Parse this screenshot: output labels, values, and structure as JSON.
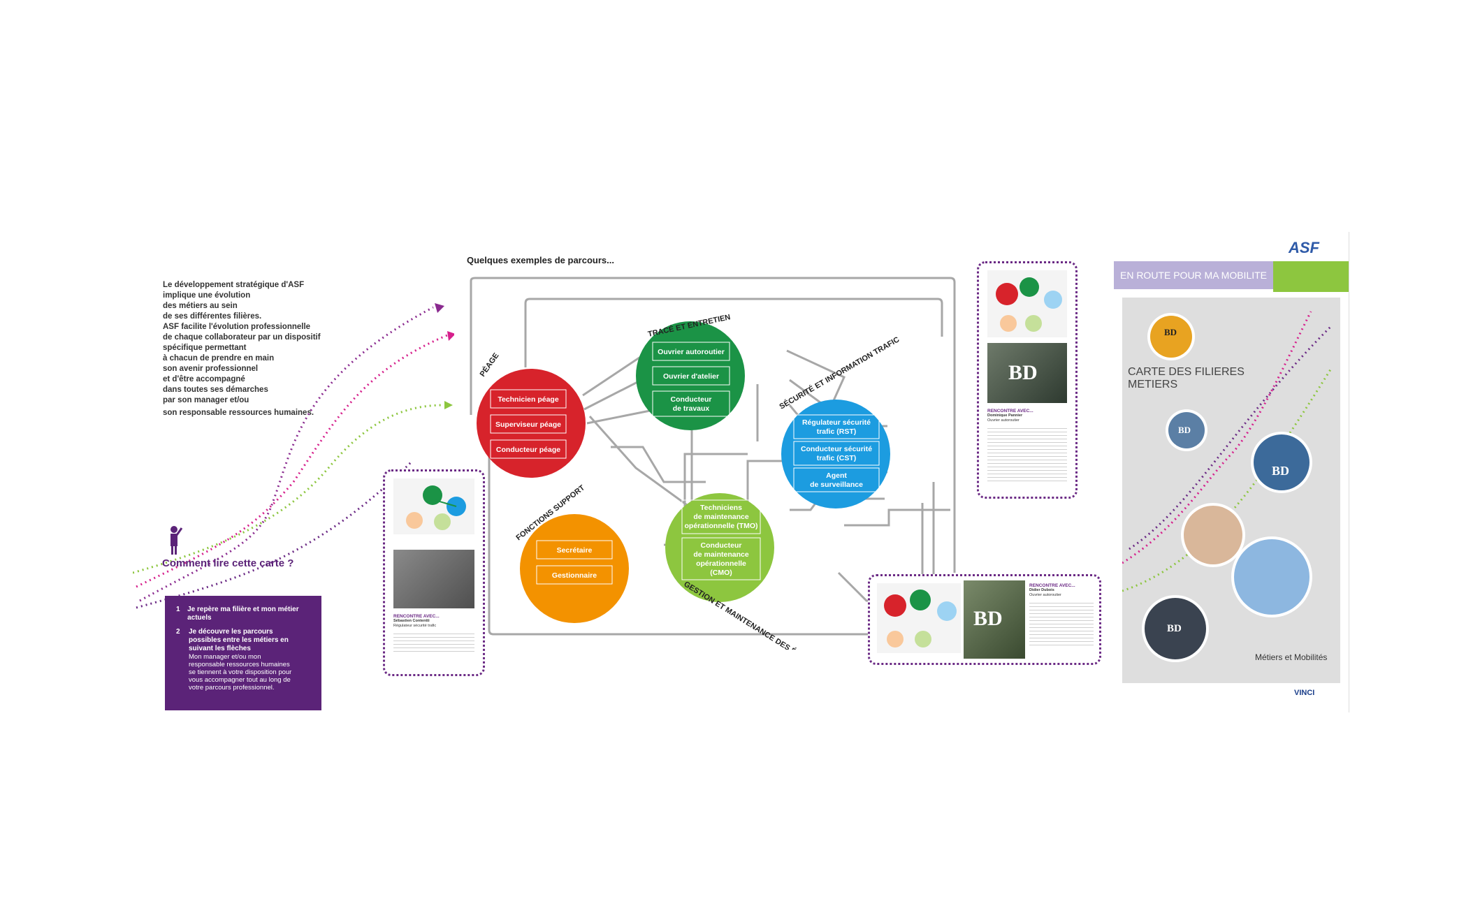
{
  "intro": {
    "lines": [
      "Le développement stratégique d'ASF",
      "implique une évolution",
      "des métiers au sein",
      "de ses différentes filières.",
      "ASF facilite l'évolution professionnelle",
      "de chaque collaborateur par un dispositif",
      "spécifique permettant",
      "à chacun de prendre en main",
      "son avenir professionnel",
      "et d'être accompagné",
      "dans toutes ses démarches",
      "par son manager et/ou"
    ],
    "last_line": "son responsable ressources humaines."
  },
  "how_to": {
    "title": "Comment lire cette carte ?",
    "steps": [
      {
        "num": "1",
        "text": "Je repère ma filière et mon métier actuels"
      },
      {
        "num": "2",
        "text": "Je découvre les parcours possibles entre les métiers en suivant les flèches"
      }
    ],
    "note": "Mon manager et/ou mon responsable ressources humaines se tiennent à votre disposition pour vous accompagner tout au long de votre parcours professionnel."
  },
  "diagram": {
    "title": "Quelques exemples de parcours...",
    "colors": {
      "peage": "#d7232b",
      "trace": "#1b9346",
      "securite": "#1c9ce0",
      "support": "#f39200",
      "maintenance": "#8dc63f",
      "arrows": "#a7a7a7",
      "purple": "#6b2a85"
    },
    "clusters": {
      "peage": {
        "label": "PÉAGE",
        "jobs": [
          "Technicien péage",
          "Superviseur péage",
          "Conducteur péage"
        ]
      },
      "trace": {
        "label": "TRACÉ ET ENTRETIEN",
        "jobs": [
          "Ouvrier autoroutier",
          "Ouvrier d'atelier",
          "Conducteur",
          "de travaux"
        ]
      },
      "securite": {
        "label": "SÉCURITÉ ET INFORMATION TRAFIC",
        "jobs": [
          "Régulateur sécurité",
          "trafic (RST)",
          "Conducteur sécurité",
          "trafic (CST)",
          "Agent",
          "de surveillance"
        ]
      },
      "support": {
        "label": "FONCTIONS SUPPORT",
        "jobs": [
          "Secrétaire",
          "Gestionnaire"
        ]
      },
      "maintenance": {
        "label": "GESTION ET MAINTENANCE DES ÉQUIPEMENTS",
        "jobs": [
          "Techniciens",
          "de maintenance",
          "opérationnelle (TMO)",
          "Conducteur",
          "de maintenance",
          "opérationnelle",
          "(CMO)"
        ]
      }
    }
  },
  "cards": [
    {
      "heading": "RENCONTRE AVEC...",
      "name": "Sébastien Contentti",
      "role": "Régulateur sécurité trafic",
      "photo_label": ""
    },
    {
      "heading": "RENCONTRE AVEC...",
      "name": "Dominique Pannier",
      "role": "Ouvrier autoroutier",
      "photo_label": "BD"
    },
    {
      "heading": "RENCONTRE AVEC...",
      "name": "Didier Dubois",
      "role": "Ouvrier autoroutier",
      "photo_label": "BD"
    }
  ],
  "poster": {
    "logo": "ASF",
    "banner": "EN ROUTE POUR MA MOBILITE",
    "title": "CARTE DES FILIERES METIERS",
    "footer": "Métiers et Mobilités",
    "vinci": "VINCI",
    "bd_label": "BD"
  }
}
